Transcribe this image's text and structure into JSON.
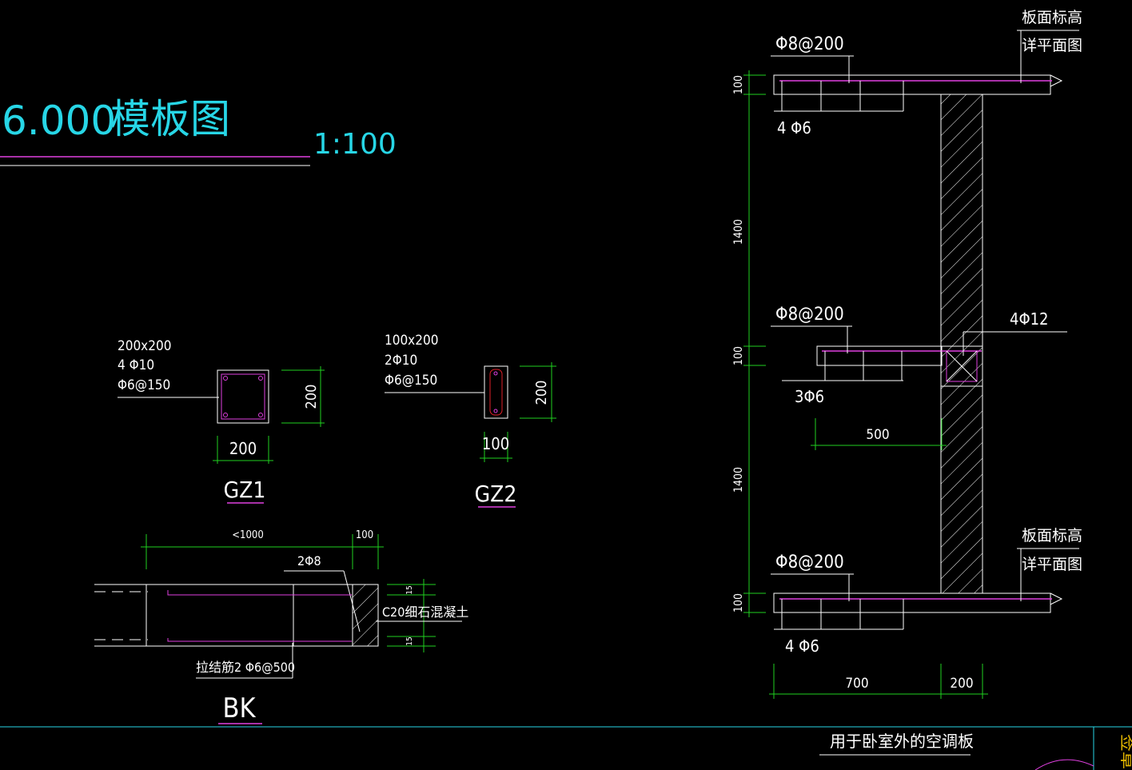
{
  "title": {
    "elevation": "6.000",
    "name": "模板图",
    "scale": "1:100"
  },
  "gz1": {
    "spec_lines": [
      "200x200",
      "4 Φ10",
      "Φ6@150"
    ],
    "dim_height": "200",
    "dim_width": "200",
    "label": "GZ1"
  },
  "gz2": {
    "spec_lines": [
      "100x200",
      "2Φ10",
      "Φ6@150"
    ],
    "dim_height": "200",
    "dim_width": "100",
    "label": "GZ2"
  },
  "bk": {
    "dim_left": "<1000",
    "dim_right": "100",
    "bar_label": "2Φ8",
    "concrete_label": "C20细石混凝土",
    "dim_top": "15",
    "dim_bottom": "15",
    "tie_label": "拉结筋2 Φ6@500",
    "label": "BK"
  },
  "section": {
    "top_slab_label": "板面标高",
    "top_slab_ref": "详平面图",
    "top_rebar": "Φ8@200",
    "top_dist": "4 Φ6",
    "mid_rebar": "Φ8@200",
    "mid_dist": "3Φ6",
    "mid_beam": "4Φ12",
    "mid_dim": "500",
    "bot_slab_label": "板面标高",
    "bot_slab_ref": "详平面图",
    "bot_rebar": "Φ8@200",
    "bot_dist": "4 Φ6",
    "dim_v1": "100",
    "dim_v2": "1400",
    "dim_v3": "100",
    "dim_v4": "1400",
    "dim_v5": "100",
    "dim_h1": "700",
    "dim_h2": "200"
  },
  "footer": {
    "caption": "用于卧室外的空调板",
    "stamp": "签章"
  },
  "colors": {
    "white": "#ffffff",
    "cyan": "#27d6e6",
    "magenta": "#e040e0",
    "green": "#1fd11f",
    "red": "#e0202a"
  }
}
